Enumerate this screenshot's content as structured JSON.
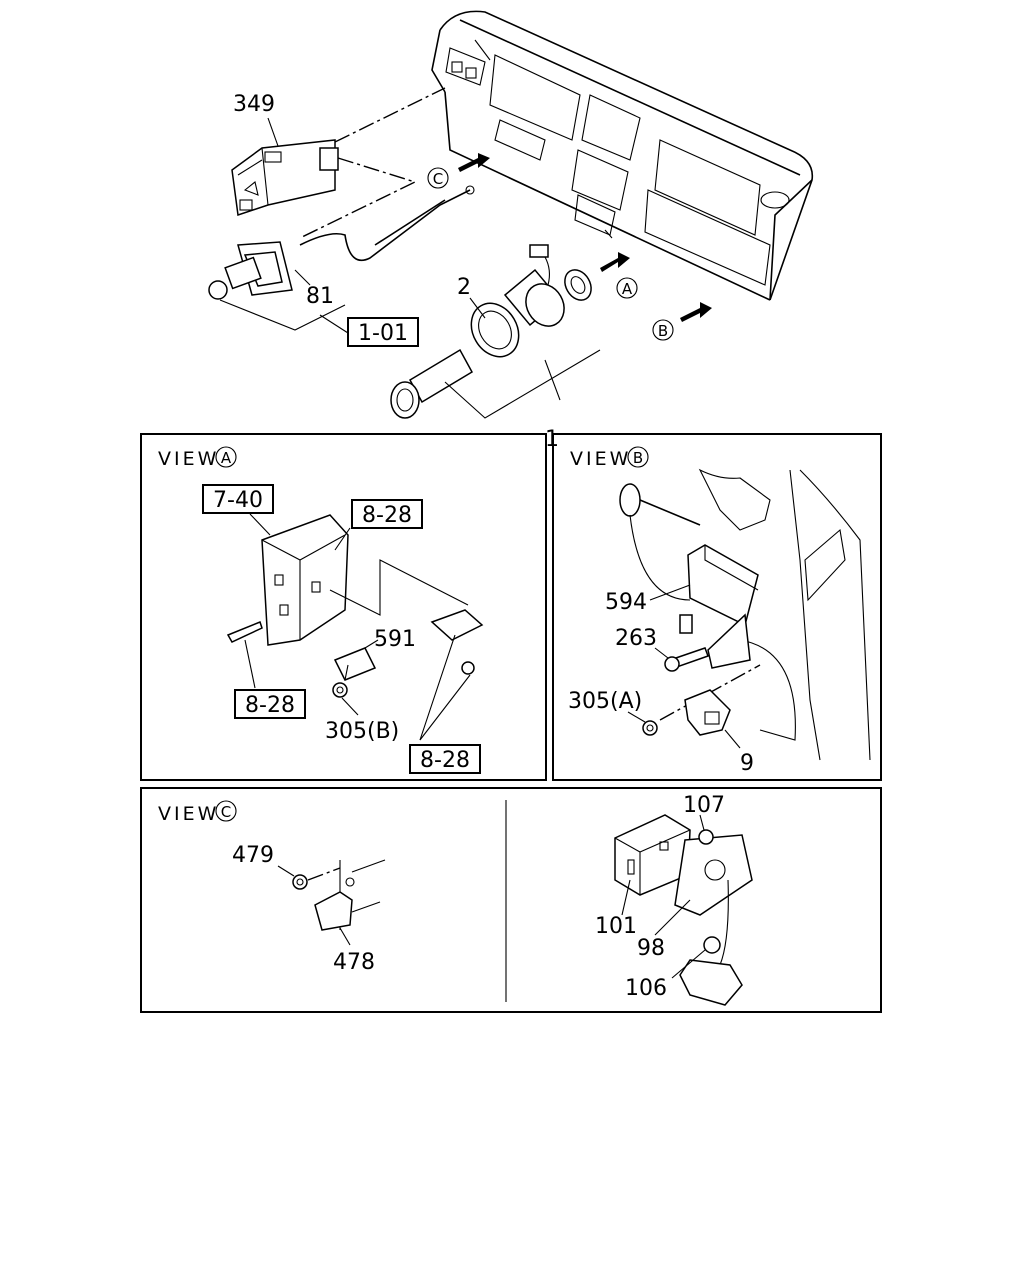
{
  "top": {
    "parts": {
      "p349": "349",
      "p81": "81",
      "p2": "2",
      "p1": "1"
    },
    "refs": {
      "r101": "1-01"
    },
    "arrows": {
      "a": "A",
      "b": "B",
      "c": "C"
    }
  },
  "viewA": {
    "title": "VIEW",
    "circle": "A",
    "parts": {
      "p591": "591",
      "p305b": "305(B)"
    },
    "refs": {
      "r740": "7-40",
      "r828a": "8-28",
      "r828b": "8-28",
      "r828c": "8-28"
    }
  },
  "viewB": {
    "title": "VIEW",
    "circle": "B",
    "parts": {
      "p594": "594",
      "p263": "263",
      "p305a": "305(A)",
      "p9": "9"
    }
  },
  "viewC": {
    "title": "VIEW",
    "circle": "C",
    "parts": {
      "p479": "479",
      "p478": "478"
    }
  },
  "pedal": {
    "parts": {
      "p107": "107",
      "p101": "101",
      "p98": "98",
      "p106": "106"
    }
  }
}
